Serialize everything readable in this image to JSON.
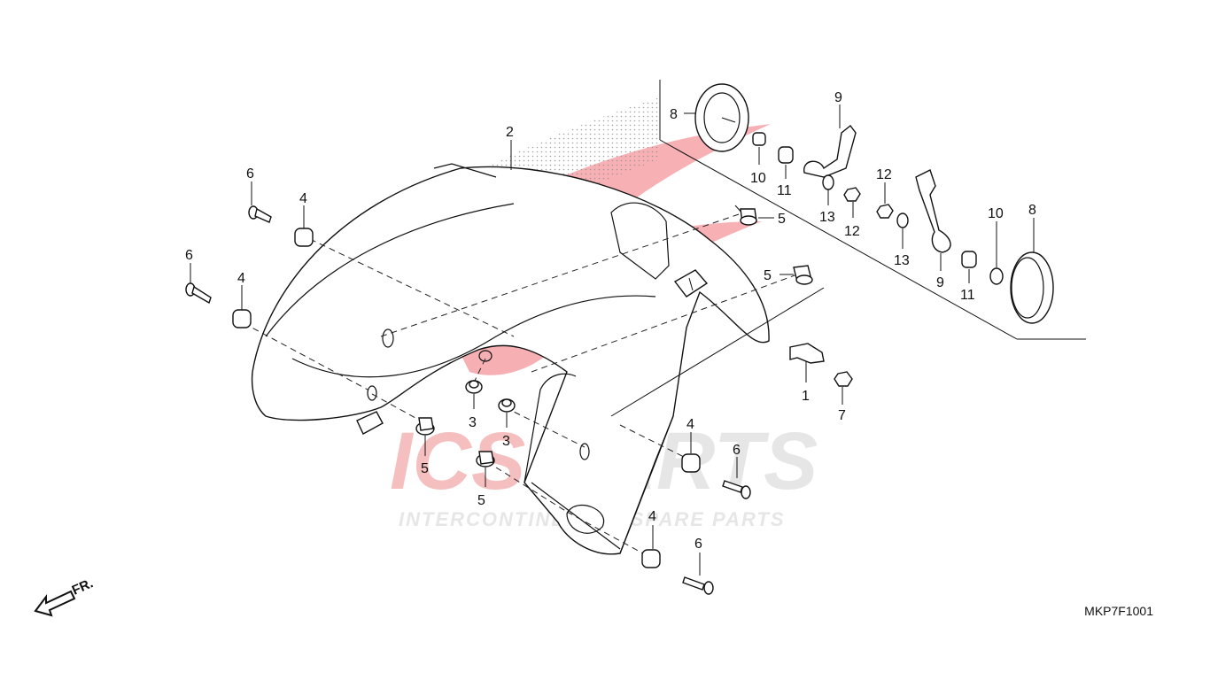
{
  "diagram": {
    "drawing_code": "MKP7F1001",
    "front_indicator": "FR.",
    "watermark": {
      "brand_left": "ICS",
      "brand_right": "PARTS",
      "tagline": "INTERCONTINENTAL SPARE PARTS",
      "colors": {
        "wing": "#e8202a",
        "brand": "#e84a4a",
        "gray": "#b8b8b8"
      }
    },
    "callouts": {
      "c1": "1",
      "c2": "2",
      "c3a": "3",
      "c3b": "3",
      "c4a": "4",
      "c4b": "4",
      "c4c": "4",
      "c4d": "4",
      "c5a": "5",
      "c5b": "5",
      "c5c": "5",
      "c5d": "5",
      "c6a": "6",
      "c6b": "6",
      "c6c": "6",
      "c6d": "6",
      "c7": "7",
      "c8a": "8",
      "c8b": "8",
      "c9a": "9",
      "c9b": "9",
      "c10a": "10",
      "c10b": "10",
      "c11a": "11",
      "c11b": "11",
      "c12a": "12",
      "c12b": "12",
      "c13a": "13",
      "c13b": "13"
    }
  }
}
